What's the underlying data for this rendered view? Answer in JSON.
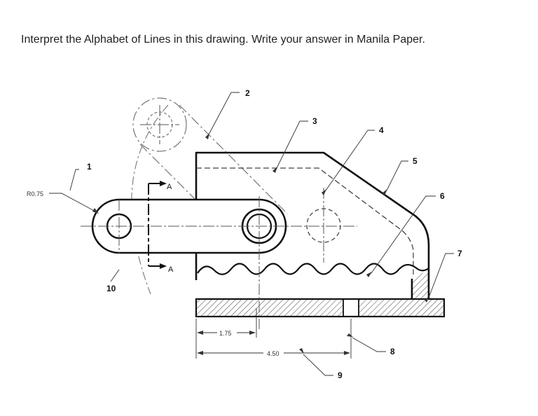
{
  "instruction": "Interpret the Alphabet of Lines in this drawing. Write your answer in Manila Paper.",
  "drawing": {
    "radius_label": "R0.75",
    "section_letter_top": "A",
    "section_letter_bottom": "A",
    "dimension_1": "1.75",
    "dimension_2": "4.50",
    "callouts": [
      "1",
      "2",
      "3",
      "4",
      "5",
      "6",
      "7",
      "8",
      "9",
      "10"
    ]
  }
}
